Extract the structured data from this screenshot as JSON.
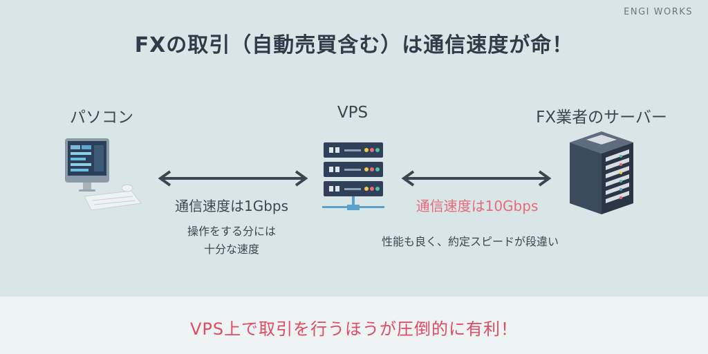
{
  "brand": "ENGI WORKS",
  "title": "FXの取引（自動売買含む）は通信速度が命！",
  "nodes": {
    "pc": "パソコン",
    "vps": "VPS",
    "fx_server": "FX業者のサーバー"
  },
  "links": {
    "left_speed": "通信速度は1Gbps",
    "right_speed": "通信速度は10Gbps"
  },
  "notes": {
    "left_line1": "操作をする分には",
    "left_line2": "十分な速度",
    "right": "性能も良く、約定スピードが段違い"
  },
  "conclusion": "VPS上で取引を行うほうが圧倒的に有利！",
  "colors": {
    "background": "#d9e6e7",
    "highlight": "#e8697a",
    "conclusion": "#e04a62",
    "dark": "#2f3b48"
  }
}
